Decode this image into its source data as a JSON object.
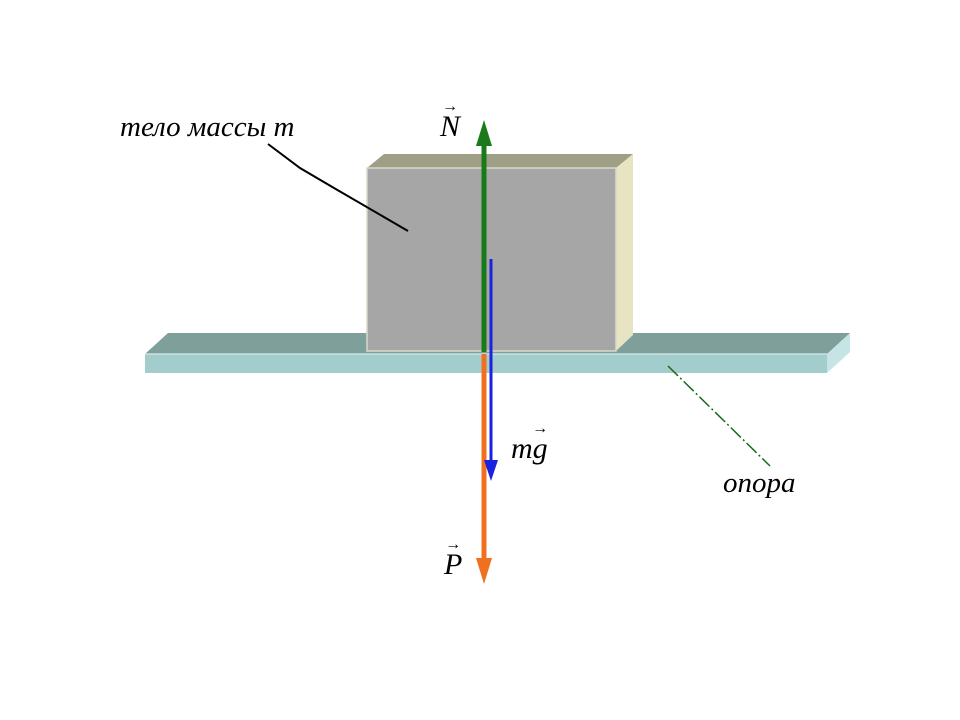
{
  "labels": {
    "body": "тело массы m",
    "support": "опора"
  },
  "vectors": {
    "normal": {
      "symbol": "N",
      "arrow": "→",
      "color": "#1a7a1a"
    },
    "weight": {
      "symbol": "P",
      "arrow": "→",
      "color": "#f07020"
    },
    "gravity": {
      "prefix": "m",
      "symbol": "g",
      "arrow": "→",
      "color": "#1a22e0"
    }
  },
  "colors": {
    "block_front": "#a6a6a6",
    "block_top": "#9f9f86",
    "block_side": "#e6e4c2",
    "board_top": "#7e9f9a",
    "board_front": "#a3cccc"
  }
}
